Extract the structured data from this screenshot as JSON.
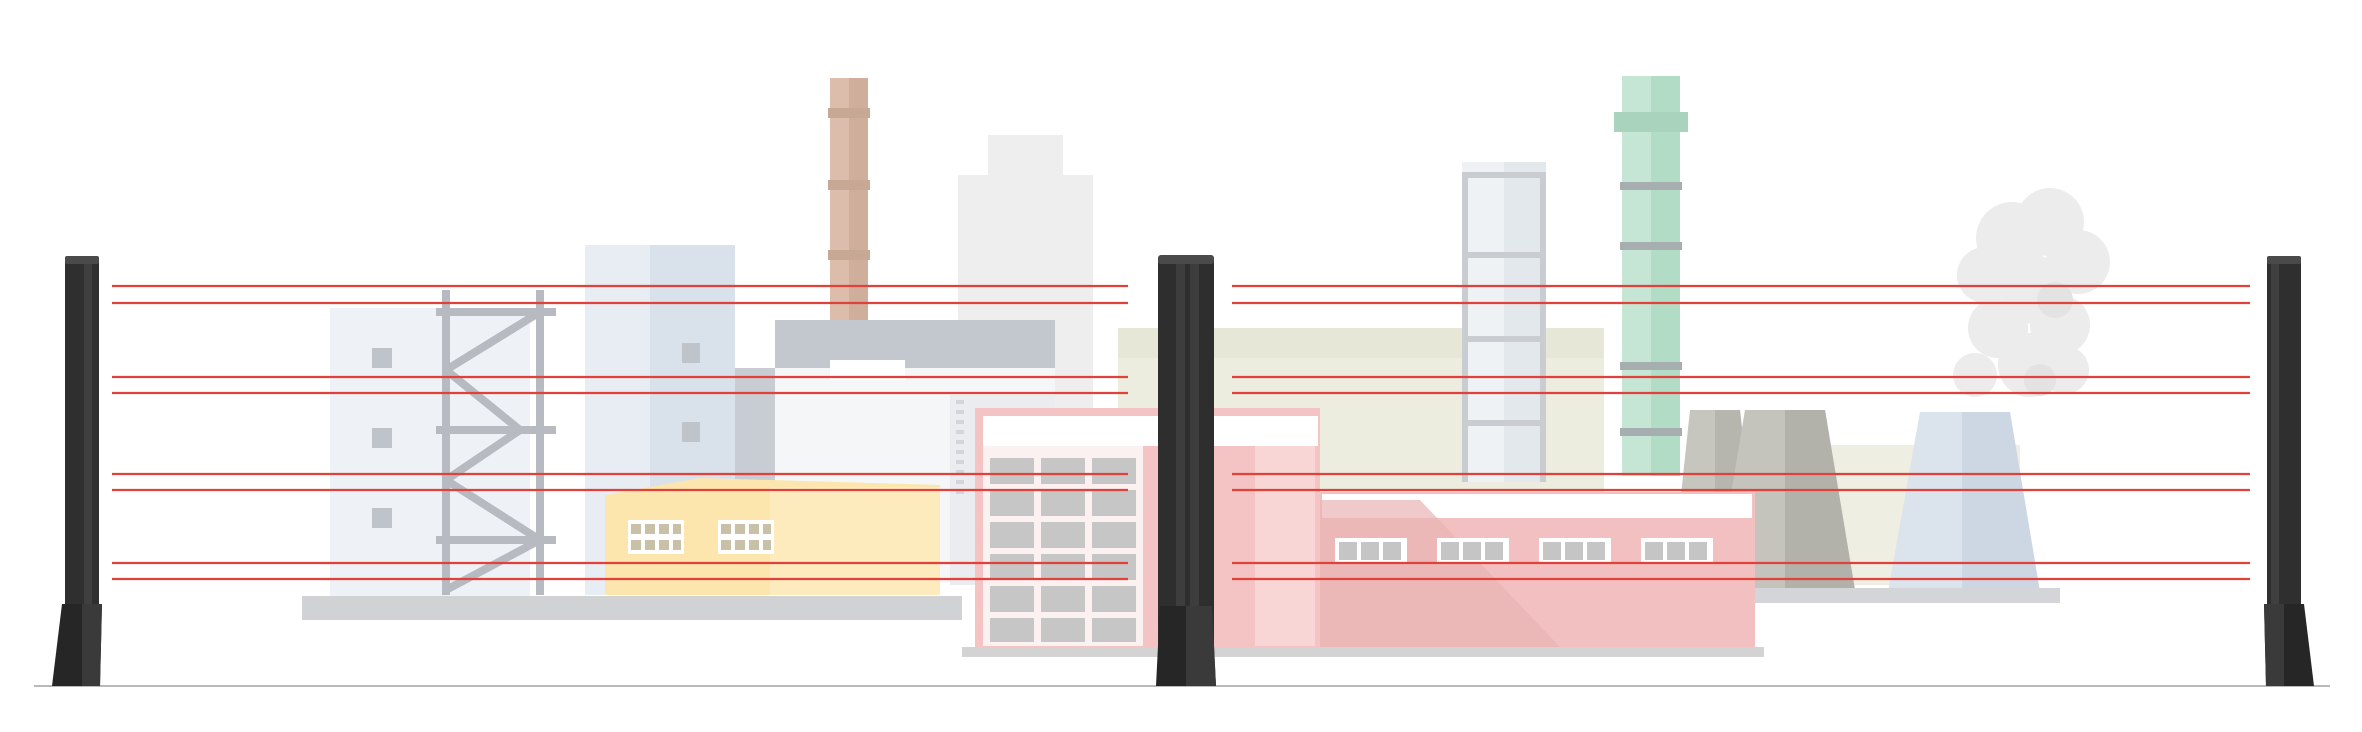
{
  "illustration": {
    "subject": "industrial-perimeter-beam-fence",
    "colors": {
      "background": "#ffffff",
      "ground_line": "#b9b9b9",
      "beam": "#e0413a",
      "post_dark": "#2c2c2c",
      "post_mid": "#3d3d3d",
      "post_highlight": "#5a5a5a",
      "building_blue_light": "#e7ebf1",
      "building_blue_mid": "#d7dee8",
      "building_grey": "#bfc4cc",
      "scaffold": "#b4b8be",
      "warehouse_yellow": "#fde3a8",
      "warehouse_yellow_light": "#fdeec4",
      "factory_pink": "#f2c2c2",
      "factory_pink_dark": "#e8b0b0",
      "window_grey": "#bdbdbd",
      "chimney_brown": "#d8b8a6",
      "chimney_green": "#bfe0cf",
      "tower_bg": "#eeeeee",
      "plant_beige": "#ececdf",
      "cooling_tower": "#c0c0b8",
      "cooling_tower_blue": "#ced8e4",
      "smoke": "#ececec",
      "base_slab": "#cfcfcf"
    },
    "beam_pairs": 4,
    "posts": 3,
    "icons": [
      "beam-post-icon",
      "factory-icon",
      "chimney-icon",
      "cooling-tower-icon",
      "smoke-icon"
    ]
  }
}
